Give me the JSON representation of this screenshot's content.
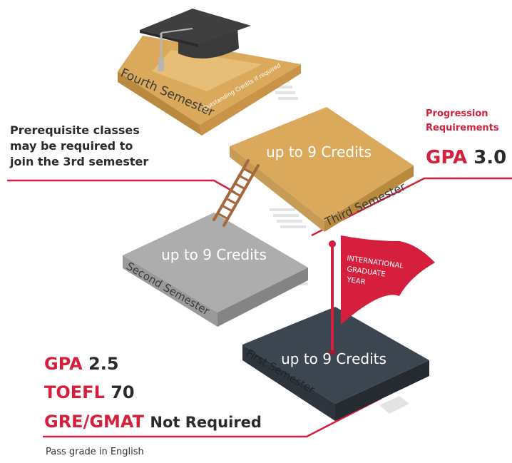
{
  "semesters": {
    "fourth": {
      "name": "Fourth Semester",
      "note": "Outstanding Credits if required"
    },
    "third": {
      "name": "Third Semester",
      "credits": "up to 9 Credits"
    },
    "second": {
      "name": "Second Semester",
      "credits": "up to 9 Credits"
    },
    "first": {
      "name": "First Semester",
      "credits": "up to 9 Credits"
    }
  },
  "flag": {
    "lines": [
      "INTERNATIONAL",
      "GRADUATE",
      "YEAR"
    ]
  },
  "prerequisite": {
    "lines": [
      "Prerequisite classes",
      "may be required to",
      "join the 3rd semester"
    ]
  },
  "progression": {
    "lines": [
      "Progression",
      "Requirements"
    ],
    "gpa_label": "GPA",
    "gpa_value": "3.0"
  },
  "entry": {
    "gpa_label": "GPA",
    "gpa_value": "2.5",
    "toefl_label": "TOEFL",
    "toefl_value": "70",
    "gre_label": "GRE/GMAT",
    "gre_value": "Not Required",
    "note": "Pass grade in English"
  },
  "colors": {
    "accent_red": "#d51f3c",
    "tan": "#dba95c",
    "tan_dark": "#b8893f",
    "gray": "#adadad",
    "slate": "#3c4650",
    "ladder": "#a5683d"
  }
}
